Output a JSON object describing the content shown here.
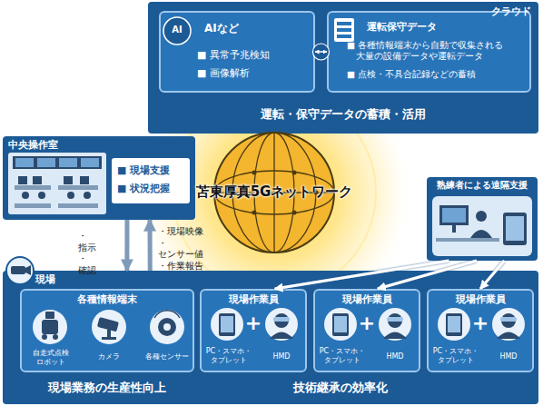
{
  "diagram": {
    "nodes": [
      {
        "text": [
          "クラウド",
          "運転・保守データの蓄積・活用"
        ]
      },
      {
        "text": [
          "AIなど",
          "■ 異常予兆検知",
          "■ 画像解析"
        ],
        "in": 0
      },
      {
        "text": [
          "運転保守データ",
          "■ 各種情報端末から自動で収集される 大量の設備データや運転データ",
          "■ 点検・不具合記録などの蓄積"
        ],
        "in": 0
      },
      {
        "text": [
          "中央操作室"
        ]
      },
      {
        "text": [
          "■ 現場支援",
          "■ 状況把握"
        ],
        "in": 3
      },
      {
        "text": [
          "苫東厚真5Gネットワーク"
        ]
      },
      {
        "text": [
          "熟練者による遠隔支援"
        ]
      },
      {
        "text": [
          "現場",
          "現場業務の生産性向上",
          "技術継承の効率化"
        ]
      },
      {
        "text": [
          "各種情報端末",
          "自走式点検 ロボット",
          "カメラ",
          "各種センサー"
        ],
        "in": 7
      },
      {
        "text": [
          "現場作業員",
          "PC・スマホ・ タブレット",
          "+",
          "HMD"
        ],
        "in": 7
      },
      {
        "text": [
          "現場作業員",
          "PC・スマホ・ タブレット",
          "+",
          "HMD"
        ],
        "in": 7
      },
      {
        "text": [
          "現場作業員",
          "PC・スマホ・ タブレット",
          "+",
          "HMD"
        ],
        "in": 7
      }
    ],
    "edges": [
      {
        "from": 3,
        "to": 7,
        "label": "・指示 ・確認",
        "arrow": "to"
      },
      {
        "from": 7,
        "to": 3,
        "label": "・現場映像 ・センサー値 ・作業報告",
        "arrow": "to"
      },
      {
        "from": 1,
        "to": 2,
        "arrow": "both"
      },
      {
        "from": 6,
        "to": 9,
        "arrow": "to"
      },
      {
        "from": 6,
        "to": 10,
        "arrow": "to"
      },
      {
        "from": 6,
        "to": 11,
        "arrow": "to"
      }
    ],
    "labels": [
      "AI"
    ]
  }
}
